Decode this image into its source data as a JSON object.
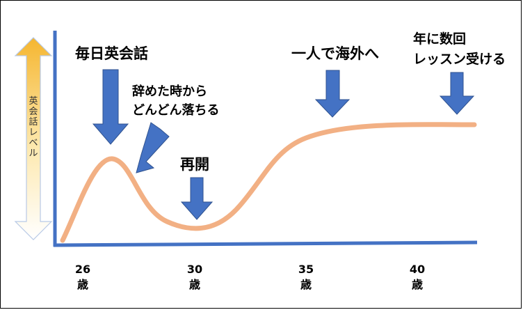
{
  "axis": {
    "y_label": "英会話レベル",
    "x_ticks": [
      {
        "age": "26",
        "unit": "歳"
      },
      {
        "age": "30",
        "unit": "歳"
      },
      {
        "age": "35",
        "unit": "歳"
      },
      {
        "age": "40",
        "unit": "歳"
      }
    ]
  },
  "annotations": {
    "daily": "毎日英会話",
    "quit": [
      "辞めた時から",
      "どんどん落ちる"
    ],
    "resume": "再開",
    "abroad": "一人で海外へ",
    "lessons": [
      "年に数回",
      "レッスン受ける"
    ]
  },
  "colors": {
    "curve": "#f2b084",
    "axis": "#4472c4",
    "arrow_fill": "#4472c4",
    "arrow_stroke": "#2f528f",
    "y_arrow_top": "#f5b630",
    "y_arrow_bottom": "#ffffff"
  }
}
